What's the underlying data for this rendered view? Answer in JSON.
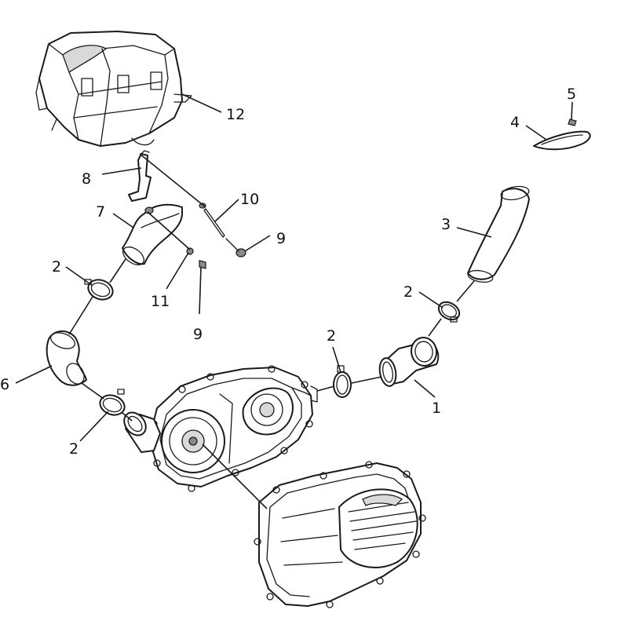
{
  "callouts": {
    "c1": "1",
    "c2a": "2",
    "c2b": "2",
    "c2c": "2",
    "c2d": "2",
    "c3": "3",
    "c4": "4",
    "c5": "5",
    "c6": "6",
    "c7": "7",
    "c8": "8",
    "c9a": "9",
    "c9b": "9",
    "c10": "10",
    "c11": "11",
    "c12": "12"
  }
}
